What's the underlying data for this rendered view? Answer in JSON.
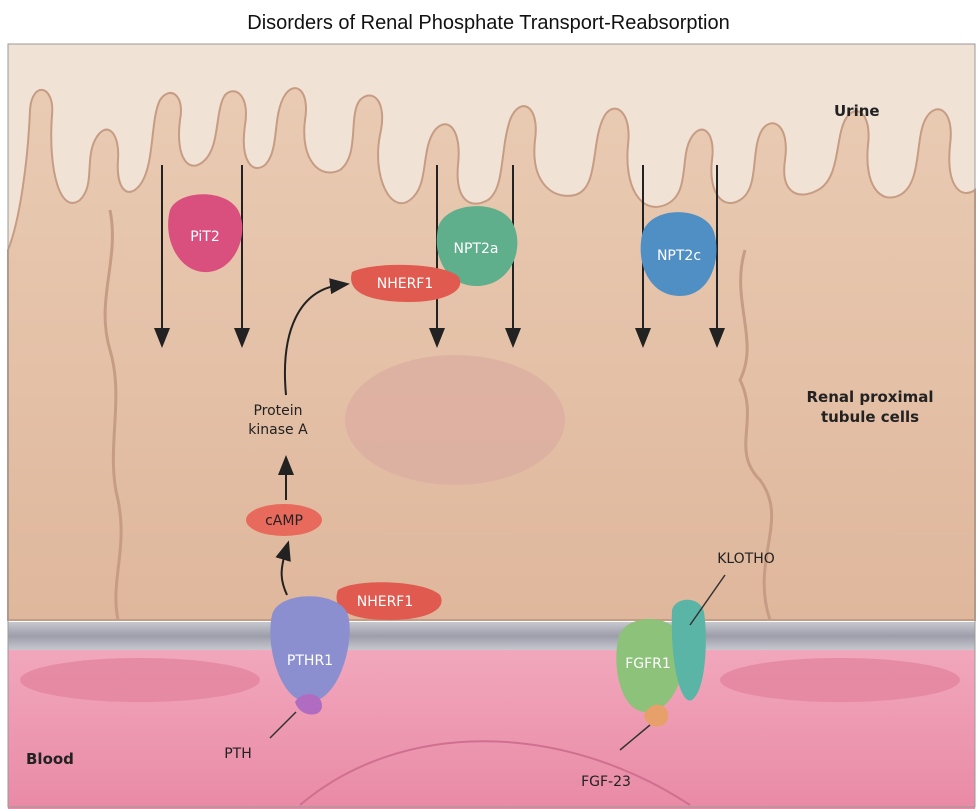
{
  "title": "Disorders of Renal Phosphate Transport-Reabsorption",
  "regions": {
    "urine": "Urine",
    "cells_line1": "Renal proximal",
    "cells_line2": "tubule cells",
    "blood": "Blood"
  },
  "proteins": {
    "pit2": "PiT2",
    "npt2a": "NPT2a",
    "npt2c": "NPT2c",
    "nherf1_top": "NHERF1",
    "nherf1_bottom": "NHERF1",
    "camp": "cAMP",
    "pthr1": "PTHR1",
    "fgfr1": "FGFR1",
    "klotho": "KLOTHO"
  },
  "labels": {
    "pka_line1": "Protein",
    "pka_line2": "kinase A",
    "pth": "PTH",
    "fgf23": "FGF-23"
  },
  "colors": {
    "pit2": "#d9507e",
    "npt2a": "#5fae8c",
    "npt2c": "#4f8fc4",
    "nherf1": "#e05a4f",
    "camp": "#e86a5c",
    "pthr1": "#8c8fcf",
    "fgfr1": "#8dc27a",
    "klotho": "#5bb5a6",
    "ligand": "#e8a06a"
  }
}
